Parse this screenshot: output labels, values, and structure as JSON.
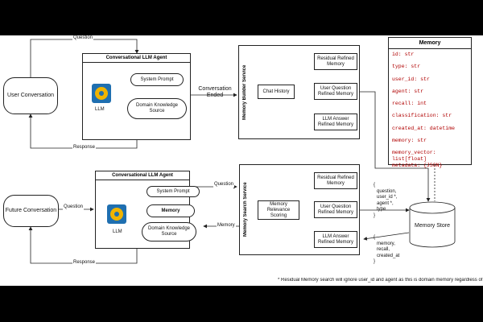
{
  "top": {
    "user_conversation": "User Conversation",
    "question_label": "Question",
    "response_label": "Response",
    "agent_title": "Conversational LLM Agent",
    "system_prompt": "System Prompt",
    "domain_knowledge": "Domain Knowledge Source",
    "llm_label": "LLM",
    "conversation_ended": "Conversation Ended",
    "builder_service": "Memory Builder Service",
    "chat_history": "Chat History",
    "residual": "Residual Refined Memory",
    "user_question": "User Question Refined Memory",
    "llm_answer": "LLM Answer Refined Memory"
  },
  "memory_schema": {
    "title": "Memory",
    "fields": [
      "id: str",
      "type: str",
      "user_id: str",
      "agent: str",
      "recall: int",
      "classification: str",
      "created_at: datetime",
      "memory: str",
      "memory_vector: list[float]",
      "metadata: {JSON}"
    ]
  },
  "bottom": {
    "future_conversation": "Future Conversation",
    "question_label": "Question",
    "response_label": "Response",
    "agent_title": "Conversational LLM Agent",
    "system_prompt": "System Prompt",
    "memory": "Memory",
    "domain_knowledge": "Domain Knowledge Source",
    "llm_label": "LLM",
    "memory_arrow_label": "Memory",
    "search_question_label": "Question",
    "search_service": "Memory Search Service",
    "relevance_scoring": "Memory Relevance Scoring",
    "residual": "Residual Refined Memory",
    "user_question": "User Question Refined Memory",
    "llm_answer": "LLM Answer Refined Memory",
    "memory_store": "Memory Store",
    "query_lines": [
      "{",
      "question,",
      "user_id *,",
      "agent *,",
      "type",
      "}"
    ],
    "result_lines": [
      "{",
      "memory,",
      "recall,",
      "created_at",
      "}"
    ]
  },
  "footnote": "* Residual Memory search will ignore user_id and agent as this is domain memory regardless of user"
}
